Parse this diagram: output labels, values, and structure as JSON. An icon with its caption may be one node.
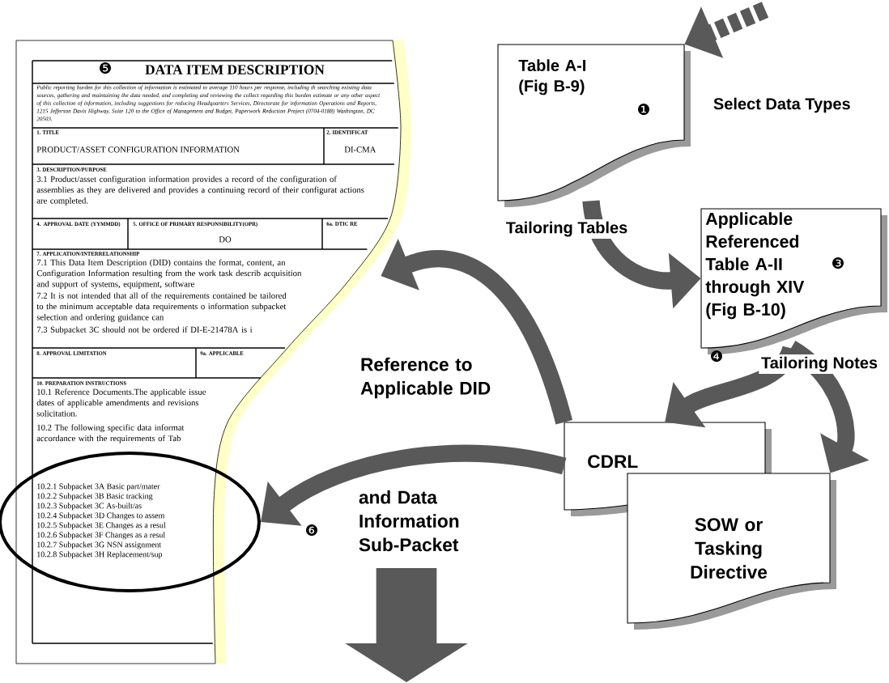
{
  "diagram": {
    "nodes": [
      {
        "text": [
          "DATA ITEM DESCRIPTION",
          "Public reporting burden for this collection of information is estimated to average 110 hours per response, including th searching existing data sources, gathering and maintaining the data needed, and completing and reviewing the collect regarding this burden estimate or any other aspect of this collection of information, including suggestions for reducing Headquarters Services, Directorate for information Operations and Reports, 1215 Jefferson Davis Highway, Suite 120 to the Office of Management and Budget, Paperwork Reduction Project (0704-0188) Washington, DC 20503.",
          "1. TITLE",
          "PRODUCT/ASSET CONFIGURATION INFORMATION",
          "2. IDENTIFICAT",
          "DI-CMA",
          "3. DESCRIPTION/PURPOSE",
          "3.1 Product/asset configuration information provides a record of the configuration of assemblies as they are delivered and provides a continuing record of their configurat actions are completed.",
          "4. APPROVAL DATE (YYMMDD)",
          "5. OFFICE OF PRIMARY RESPONSIBILITY(OPR)",
          "DO",
          "6a. DTIC RE",
          "7. APPLICATION/INTERRELATIONSHIP",
          "7.1 This Data Item Description (DID) contains the format, content, an Configuration Information resulting from the work task describ acquisition and support of systems, equipment, software",
          "7.2 It is not intended that all of the requirements contained be tailored to the minimum acceptable data requirements o information subpacket selection and ordering guidance can",
          "7.3 Subpacket 3C should not be ordered if DI-E-21478A is i",
          "8. APPROVAL LIMITATION",
          "9a. APPLICABLE",
          "10. PREPARATION INSTRUCTIONS",
          "10.1 Reference Documents.The applicable issue dates of applicable amendments and revisions solicitation.",
          "10.2 The following specific data informat accordance with the requirements of Tab"
        ]
      },
      {
        "text": [
          "10.2.1 Subpacket 3A Basic part/mater",
          "10.2.2 Subpacket 3B Basic tracking",
          "10.2.3 Subpacket 3C As-built/as",
          "10.2.4 Subpacket 3D Changes to assem",
          "10.2.5 Subpacket 3E Changes as a resul",
          "10.2.6 Subpacket 3F Changes as a resul",
          "10.2.7 Subpacket 3G NSN assignment",
          "10.2.8 Subpacket 3H Replacement/sup"
        ]
      },
      {
        "text": [
          "Table A-I (Fig B-9)",
          "❶"
        ]
      },
      {
        "text": [
          "Applicable Referenced Table A-II through XIV (Fig B-10)",
          "❸"
        ]
      },
      {
        "text": [
          "CDRL"
        ]
      },
      {
        "text": [
          "SOW or Tasking Directive"
        ]
      }
    ],
    "edges": [
      {
        "from": null,
        "to": 2,
        "arrow": "to",
        "label": "Select Data Types",
        "style": "dashed"
      },
      {
        "from": 2,
        "to": 3,
        "arrow": "to",
        "label": "Tailoring Tables"
      },
      {
        "from": 3,
        "to": 4,
        "arrow": "to"
      },
      {
        "from": 3,
        "to": 5,
        "arrow": "to",
        "label": "Tailoring Notes"
      },
      {
        "from": 4,
        "to": 0,
        "arrow": "to",
        "label": "Reference to Applicable DID"
      },
      {
        "from": 4,
        "to": 1,
        "arrow": "to",
        "label": "and Data Information Sub-Packet"
      }
    ],
    "labels": [
      "❺",
      "❹",
      "❻"
    ]
  }
}
